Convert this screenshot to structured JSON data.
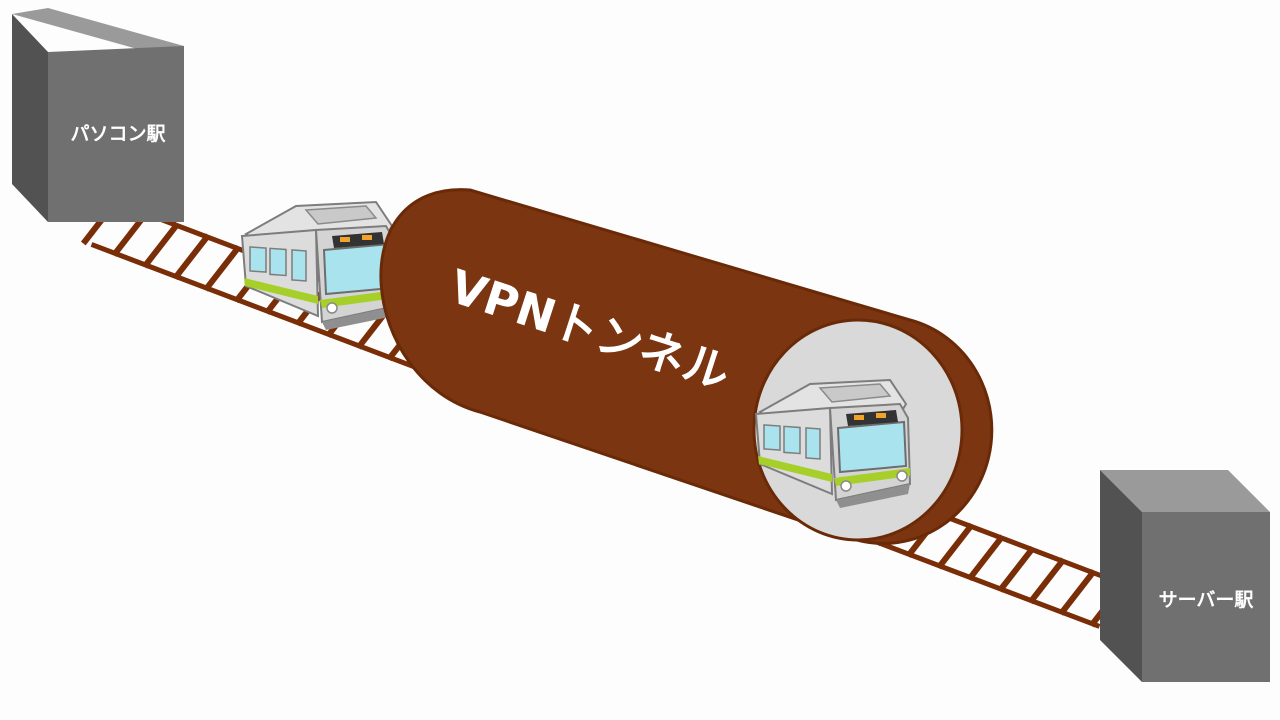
{
  "stations": {
    "left": {
      "label": "パソコン駅"
    },
    "right": {
      "label": "サーバー駅"
    }
  },
  "tunnel": {
    "label": "VPNトンネル"
  },
  "colors": {
    "background": "#fdfdfd",
    "track": "#7a2e08",
    "tunnel_body": "#7b3510",
    "tunnel_outline": "#6a2a08",
    "tunnel_mouth": "#d9d9d9",
    "station_front": "#707070",
    "station_top": "#9a9a9a",
    "station_side": "#525252",
    "station_text": "#ffffff",
    "train_body": "#dcdcdc",
    "train_stripe": "#a6cf2a",
    "train_window": "#a9e3ee",
    "train_outline": "#7d7d7d",
    "headlight_top": "#f2a32a"
  },
  "icons": {
    "train": "commuter-train-icon",
    "station": "station-box-icon",
    "tunnel": "tunnel-icon",
    "track": "railway-track-icon"
  }
}
